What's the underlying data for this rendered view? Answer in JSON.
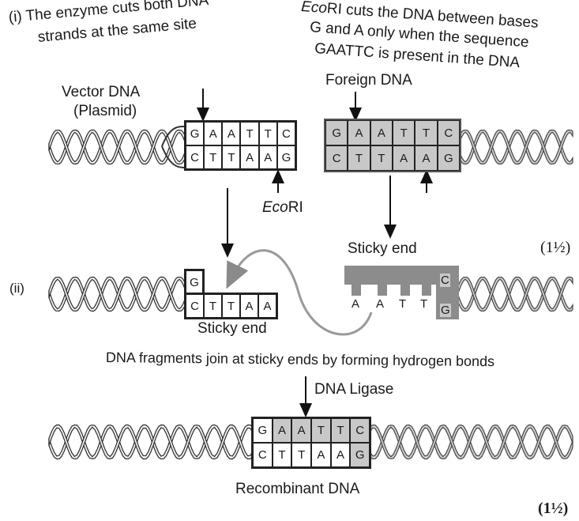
{
  "texts": {
    "step1_marker": "(i) The enzyme cuts both DNA",
    "step1_line2": "strands at the same site",
    "ecori_note_prefix": "Eco",
    "ecori_note_rest": "RI cuts the DNA between bases",
    "ecori_note_line2": "G and A only when the sequence",
    "ecori_note_line3": "GAATTC is present in the DNA",
    "vector_label": "Vector DNA",
    "plasmid_label": "(Plasmid)",
    "foreign_label": "Foreign DNA",
    "enzyme_italic": "Eco",
    "enzyme_rest": "RI",
    "sticky_end_top": "Sticky end",
    "marks_1": "(1½)",
    "step2_marker": "(ii)",
    "sticky_end_bottom": "Sticky end",
    "join_caption": "DNA fragments join at sticky ends by forming hydrogen bonds",
    "ligase_label": "DNA Ligase",
    "recombinant_label": "Recombinant DNA",
    "marks_2": "(1½)"
  },
  "sequences": {
    "vector_top": [
      "G",
      "A",
      "A",
      "T",
      "T",
      "C"
    ],
    "vector_bottom": [
      "C",
      "T",
      "T",
      "A",
      "A",
      "G"
    ],
    "foreign_top": [
      "G",
      "A",
      "A",
      "T",
      "T",
      "C"
    ],
    "foreign_bottom": [
      "C",
      "T",
      "T",
      "A",
      "A",
      "G"
    ],
    "vector_sticky_top": [
      "G"
    ],
    "vector_sticky_bottom": [
      "C",
      "T",
      "T",
      "A",
      "A"
    ],
    "foreign_sticky_bottom": [
      "A",
      "A",
      "T",
      "T"
    ],
    "foreign_sticky_c": "C",
    "foreign_sticky_g": "G",
    "recomb_top": [
      "G",
      "A",
      "A",
      "T",
      "T",
      "C"
    ],
    "recomb_bottom": [
      "C",
      "T",
      "T",
      "A",
      "A",
      "G"
    ]
  }
}
